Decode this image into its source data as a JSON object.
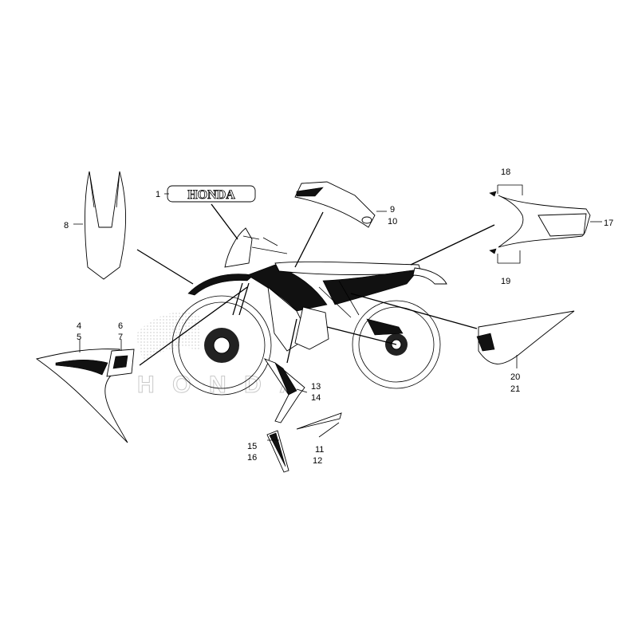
{
  "diagram": {
    "logo_text": "HONDA",
    "watermark_text": "HONDA",
    "labels": {
      "p1": "1",
      "p4": "4",
      "p5": "5",
      "p6": "6",
      "p7": "7",
      "p8": "8",
      "p9": "9",
      "p10": "10",
      "p11": "11",
      "p12": "12",
      "p13": "13",
      "p14": "14",
      "p15": "15",
      "p16": "16",
      "p17": "17",
      "p18": "18",
      "p19": "19",
      "p20": "20",
      "p21": "21"
    }
  }
}
